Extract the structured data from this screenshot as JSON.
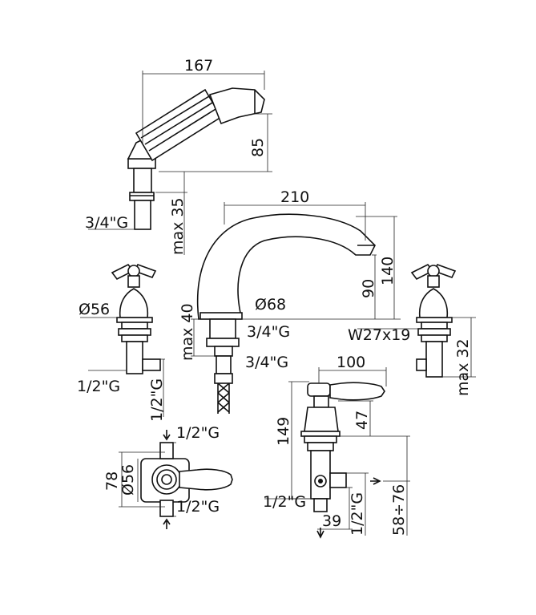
{
  "colors": {
    "line": "#111111",
    "background": "#ffffff"
  },
  "handshower": {
    "width": "167",
    "height": "85",
    "thread": "3/4\"G",
    "max_depth": "max 35"
  },
  "spout": {
    "width": "210",
    "height_total": "140",
    "height_outlet": "90",
    "diameter": "Ø68",
    "thread_top": "3/4\"G",
    "thread_bottom": "3/4\"G",
    "max_depth": "max 40"
  },
  "left_valve": {
    "diameter": "Ø56",
    "thread_side": "1/2\"G",
    "thread_vertical": "1/2\"G"
  },
  "right_valve": {
    "nut": "W27x19",
    "max_depth": "max 32"
  },
  "mixer_side": {
    "lever_reach": "100",
    "height_total": "149",
    "height_body": "47",
    "thread_left": "1/2\"G",
    "offset": "39",
    "thread_vertical": "1/2\"G",
    "range": "58÷76"
  },
  "mixer_top": {
    "depth": "78",
    "diameter": "Ø56",
    "thread_top": "1/2\"G",
    "thread_bottom": "1/2\"G"
  }
}
